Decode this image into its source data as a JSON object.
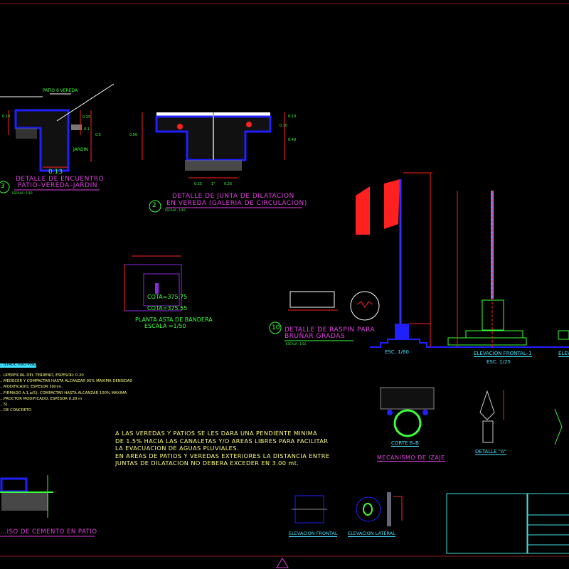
{
  "colors": {
    "background": "#000000",
    "border": "#8b1a1a",
    "title": "#e040e0",
    "notes": "#ffff80",
    "labels": "#3cff3c",
    "dims": "#ff2020",
    "concrete": "#2020ff",
    "frame": "#40e0e0"
  },
  "detail3": {
    "number": "3",
    "title1": "DETALLE DE ENCUENTRO",
    "title2": "PATIO–VEREDA–JARDIN",
    "scale": "ESCALA : 1/10",
    "dim": "0.13",
    "label_patio": "PATIO 6 VEREDA",
    "label_jardin": "JARDIN",
    "dims": [
      "0.10",
      "0.1",
      "0.5",
      "0.15"
    ]
  },
  "detail2": {
    "number": "2",
    "title1": "DETALLE DE JUNTA DE DILATACION",
    "title2": "EN VEREDA (GALERIA DE CIRCULACION)",
    "scale": "ESCALA : 1/10",
    "dims": [
      "0.50",
      "0.10",
      "0.10",
      "0.40",
      "0.25",
      "1\"",
      "0.25"
    ]
  },
  "planta": {
    "cota1": "COTA=375.75",
    "cota2": "COTA=375.55",
    "title": "PLANTA ASTA DE BANDERA",
    "scale": "ESCALA =1/50"
  },
  "detail10": {
    "number": "10",
    "title1": "DETALLE DE RASPIN PARA",
    "title2": "BRUÑAR GRADAS",
    "scale": "ESCALA : 1/10"
  },
  "elevation": {
    "scale60": "ESC. 1/60",
    "frontal": "ELEVACION FRONTAL–1",
    "scale25": "ESC. 1/25",
    "lateral_cut": "ELEV"
  },
  "specs": {
    "heading": "...STRUCTIVO PISO",
    "lines": [
      "...UPERFICIAL DEL TERRENO, ESPESOR: 0.20",
      "...MEDECER Y COMPACTAR HASTA ALCANZAR 95% MAXIMA DENSIDAD",
      "...MODIFICADO; ESPESOR 30mm.",
      "...FIRMADO A.1.a(5); COMPACTAR HASTA ALCANZAR 100% MAXIMA",
      "...PROCTOR MODIFICADO, ESPESOR 0.20 m",
      "...5).",
      "...DE CONCRETO"
    ]
  },
  "notes": [
    "A LAS VEREDAS Y PATIOS SE LES DARA UNA PENDIENTE MINIMA",
    "DE 1.5% HACIA LAS CANALETAS Y/O AREAS LIBRES PARA FACILITAR",
    "LA EVACUACION DE AGUAS PLUVIALES.",
    "EN AREAS DE PATIOS Y VEREDAS EXTERIORES LA DISTANCIA ENTRE",
    "JUNTAS DE DILATACION NO DEBERA EXCEDER EN 3.00 mt."
  ],
  "izaje": {
    "corte": "CORTE B–B",
    "title": "MECANISMO DE IZAJE",
    "detalle": "DETALLE \"A\""
  },
  "piso": {
    "title": "...ISO DE CEMENTO EN PATIO"
  },
  "bottom": {
    "frontal": "ELEVACION FRONTAL",
    "lateral": "ELEVACION LATERAL"
  }
}
